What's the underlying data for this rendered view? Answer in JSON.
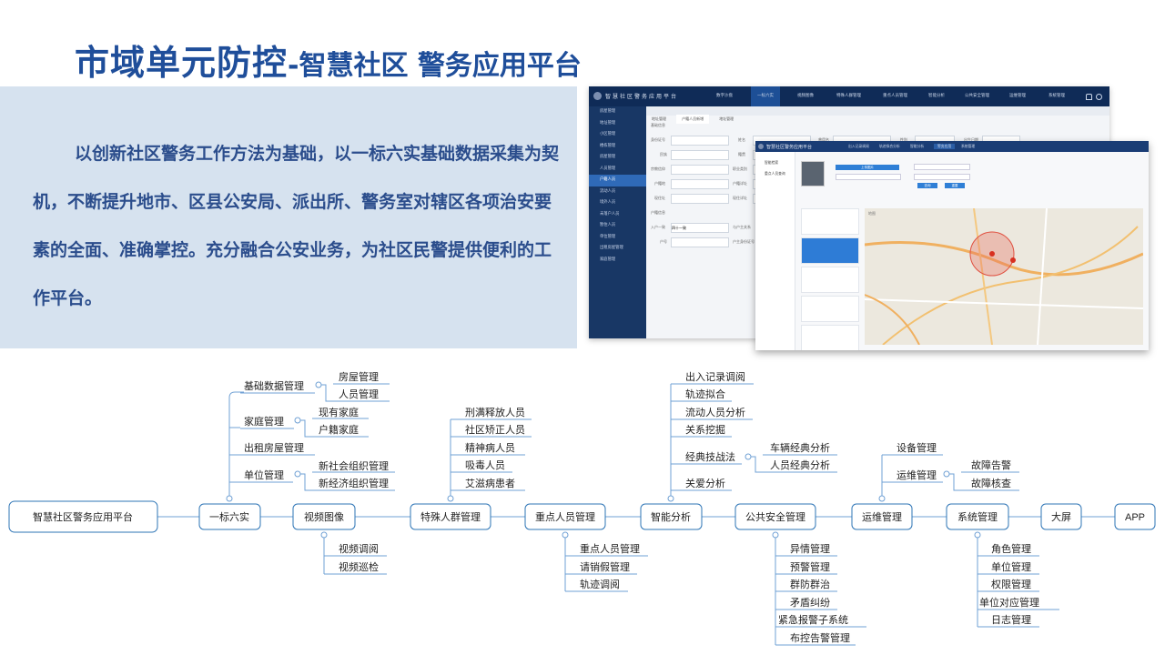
{
  "title": {
    "main": "市域单元防控",
    "sub": "-智慧社区 警务应用平台"
  },
  "intro": "以创新社区警务工作方法为基础，以一标六实基础数据采集为契机，不断提升地市、区县公安局、派出所、警务室对辖区各项治安要素的全面、准确掌控。充分融合公安业务，为社区民警提供便利的工作平台。",
  "screenshot1": {
    "app_title": "智慧社区警务应用平台",
    "nav": [
      "数字沙盘",
      "一标六实",
      "视频图像",
      "特殊人群管理",
      "重点人员管理",
      "智能分析",
      "公共安全管理",
      "运维管理",
      "系统管理"
    ],
    "sidebar": [
      "房屋管理",
      "地址管理",
      "小区管理",
      "楼栋管理",
      "房屋管理",
      "人员管理",
      "户籍人员",
      "流动人员",
      "境外人员",
      "未落户人员",
      "暂住人员",
      "单位管理",
      "出租房屋管理",
      "家庭管理"
    ],
    "tabs": [
      "地址管理",
      "户籍人员新增",
      "地址管理"
    ],
    "section_basic": "基础信息",
    "section_house": "户籍信息",
    "fields": [
      "身份证号",
      "姓名",
      "曾用名",
      "性别",
      "出生日期",
      "民族",
      "籍贯",
      "血型",
      "宗教信仰",
      "职业类别",
      "户籍地",
      "户籍详址",
      "现住址",
      "现住详址"
    ],
    "house_fields": [
      "入户一致",
      "与户主关系",
      "户号",
      "户主身份证号"
    ],
    "house_values": [
      "四十一致"
    ]
  },
  "screenshot2": {
    "app_title": "智慧社区警务应用平台",
    "nav": [
      "出入记录调阅",
      "轨迹拟合分析",
      "智能分析",
      "警务应用",
      "系统管理"
    ],
    "sidebar": [
      "智能检索",
      "重点人员查询"
    ],
    "upload_label": "上传图片",
    "search_label": "查询",
    "reset_label": "重置",
    "map_label": "地图"
  },
  "mindmap": {
    "root": "智慧社区警务应用平台",
    "main_nodes": [
      "一标六实",
      "视频图像",
      "特殊人群管理",
      "重点人员管理",
      "智能分析",
      "公共安全管理",
      "运维管理",
      "系统管理",
      "大屏",
      "APP"
    ],
    "yibiao": {
      "groups": [
        {
          "label": "基础数据管理",
          "children": [
            "房屋管理",
            "人员管理"
          ]
        },
        {
          "label": "家庭管理",
          "children": [
            "现有家庭",
            "户籍家庭"
          ]
        },
        {
          "label": "出租房屋管理",
          "children": []
        },
        {
          "label": "单位管理",
          "children": [
            "新社会组织管理",
            "新经济组织管理"
          ]
        }
      ]
    },
    "video": [
      "视频调阅",
      "视频巡检"
    ],
    "special": [
      "刑满释放人员",
      "社区矫正人员",
      "精神病人员",
      "吸毒人员",
      "艾滋病患者"
    ],
    "key_persons": [
      "重点人员管理",
      "请销假管理",
      "轨迹调阅"
    ],
    "smart": {
      "items": [
        "出入记录调阅",
        "轨迹拟合",
        "流动人员分析",
        "关系挖掘"
      ],
      "tactic": "经典技战法",
      "tactic_children": [
        "车辆经典分析",
        "人员经典分析"
      ],
      "last": "关爱分析"
    },
    "public_safety": [
      "异情管理",
      "预警管理",
      "群防群治",
      "矛盾纠纷",
      "紧急报警子系统",
      "布控告警管理"
    ],
    "ops": {
      "device": "设备管理",
      "ops_mgmt": "运维管理",
      "ops_children": [
        "故障告警",
        "故障核查"
      ]
    },
    "system": [
      "角色管理",
      "单位管理",
      "权限管理",
      "单位对应管理",
      "日志管理"
    ]
  }
}
